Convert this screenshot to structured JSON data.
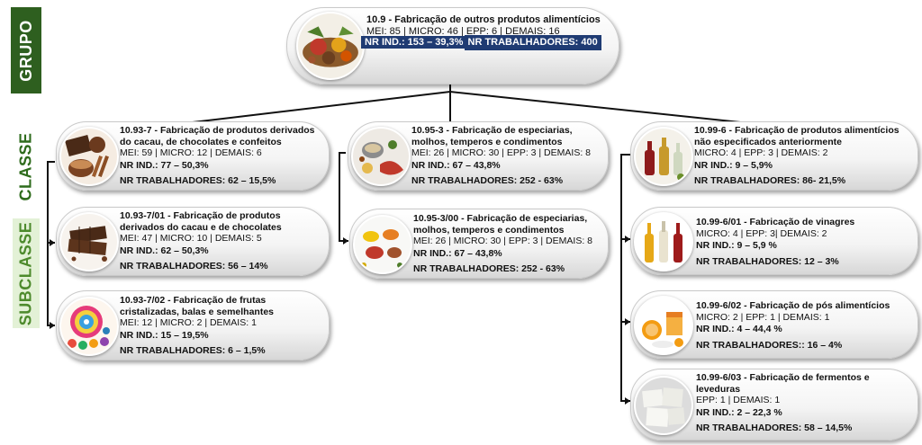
{
  "labels": {
    "grupo": "GRUPO",
    "classe": "CLASSE",
    "subclasse": "SUBCLASSE"
  },
  "root": {
    "title": "10.9 - Fabricação de outros produtos alimentícios",
    "counts": "MEI: 85 | MICRO: 46 | EPP: 6 | DEMAIS: 16",
    "ind": "NR IND.: 153 – 39,3%",
    "trab": "NR TRABALHADORES: 400",
    "image": "spices-image"
  },
  "classes": {
    "cocoa": {
      "title": "10.93-7 - Fabricação de produtos derivados do cacau, de chocolates e confeitos",
      "counts": "MEI: 59 | MICRO: 12 | DEMAIS: 6",
      "ind": "NR IND.: 77 – 50,3%",
      "trab": "NR TRABALHADORES: 62 – 15,5%",
      "image": "chocolate-image"
    },
    "spices": {
      "title": "10.95-3 - Fabricação de especiarias, molhos, temperos e condimentos",
      "counts": "MEI: 26 | MICRO: 30 | EPP: 3 | DEMAIS: 8",
      "ind": "NR IND.: 67 – 43,8%",
      "trab": "NR TRABALHADORES: 252 - 63%",
      "image": "spices-bowls-image"
    },
    "other": {
      "title": "10.99-6 - Fabricação de produtos alimentícios não especificados anteriormente",
      "counts": "MICRO: 4 | EPP: 3 | DEMAIS: 2",
      "ind": "NR IND.: 9 – 5,9%",
      "trab": "NR TRABALHADORES: 86- 21,5%",
      "image": "bottles-image"
    }
  },
  "subclasses": {
    "cocoa_1": {
      "title": "10.93-7/01 - Fabricação de produtos derivados do cacau e de chocolates",
      "counts": "MEI: 47 | MICRO: 10 | DEMAIS: 5",
      "ind": "NR IND.: 62 – 50,3%",
      "trab": "NR TRABALHADORES: 56 – 14%",
      "image": "chocolate-bar-image"
    },
    "cocoa_2": {
      "title": "10.93-7/02 - Fabricação de frutas cristalizadas, balas e semelhantes",
      "counts": "MEI: 12 | MICRO: 2 | DEMAIS: 1",
      "ind": "NR IND.: 15 – 19,5%",
      "trab": "NR TRABALHADORES: 6 – 1,5%",
      "image": "candy-image"
    },
    "spices_1": {
      "title": "10.95-3/00 - Fabricação de especiarias, molhos, temperos e condimentos",
      "counts": "MEI: 26 | MICRO: 30 | EPP: 3 | DEMAIS: 8",
      "ind": "NR IND.: 67 – 43,8%",
      "trab": "NR TRABALHADORES: 252 - 63%",
      "image": "spice-spoons-image"
    },
    "other_1": {
      "title": "10.99-6/01 - Fabricação de vinagres",
      "counts": "MICRO: 4 | EPP: 3| DEMAIS: 2",
      "ind": "NR IND.: 9 – 5,9 %",
      "trab": "NR TRABALHADORES: 12 – 3%",
      "image": "vinegar-image"
    },
    "other_2": {
      "title": "10.99-6/02 - Fabricação de pós alimentícios",
      "counts": "MICRO: 2 | EPP: 1 | DEMAIS: 1",
      "ind": "NR IND.: 4 – 44,4 %",
      "trab": "NR TRABALHADORES:: 16 – 4%",
      "image": "juice-powder-image"
    },
    "other_3": {
      "title": "10.99-6/03 - Fabricação de fermentos e leveduras",
      "counts": "EPP: 1 | DEMAIS: 1",
      "ind": "NR IND.: 2 – 22,3 %",
      "trab": "NR TRABALHADORES: 58 – 14,5%",
      "image": "yeast-image"
    }
  }
}
